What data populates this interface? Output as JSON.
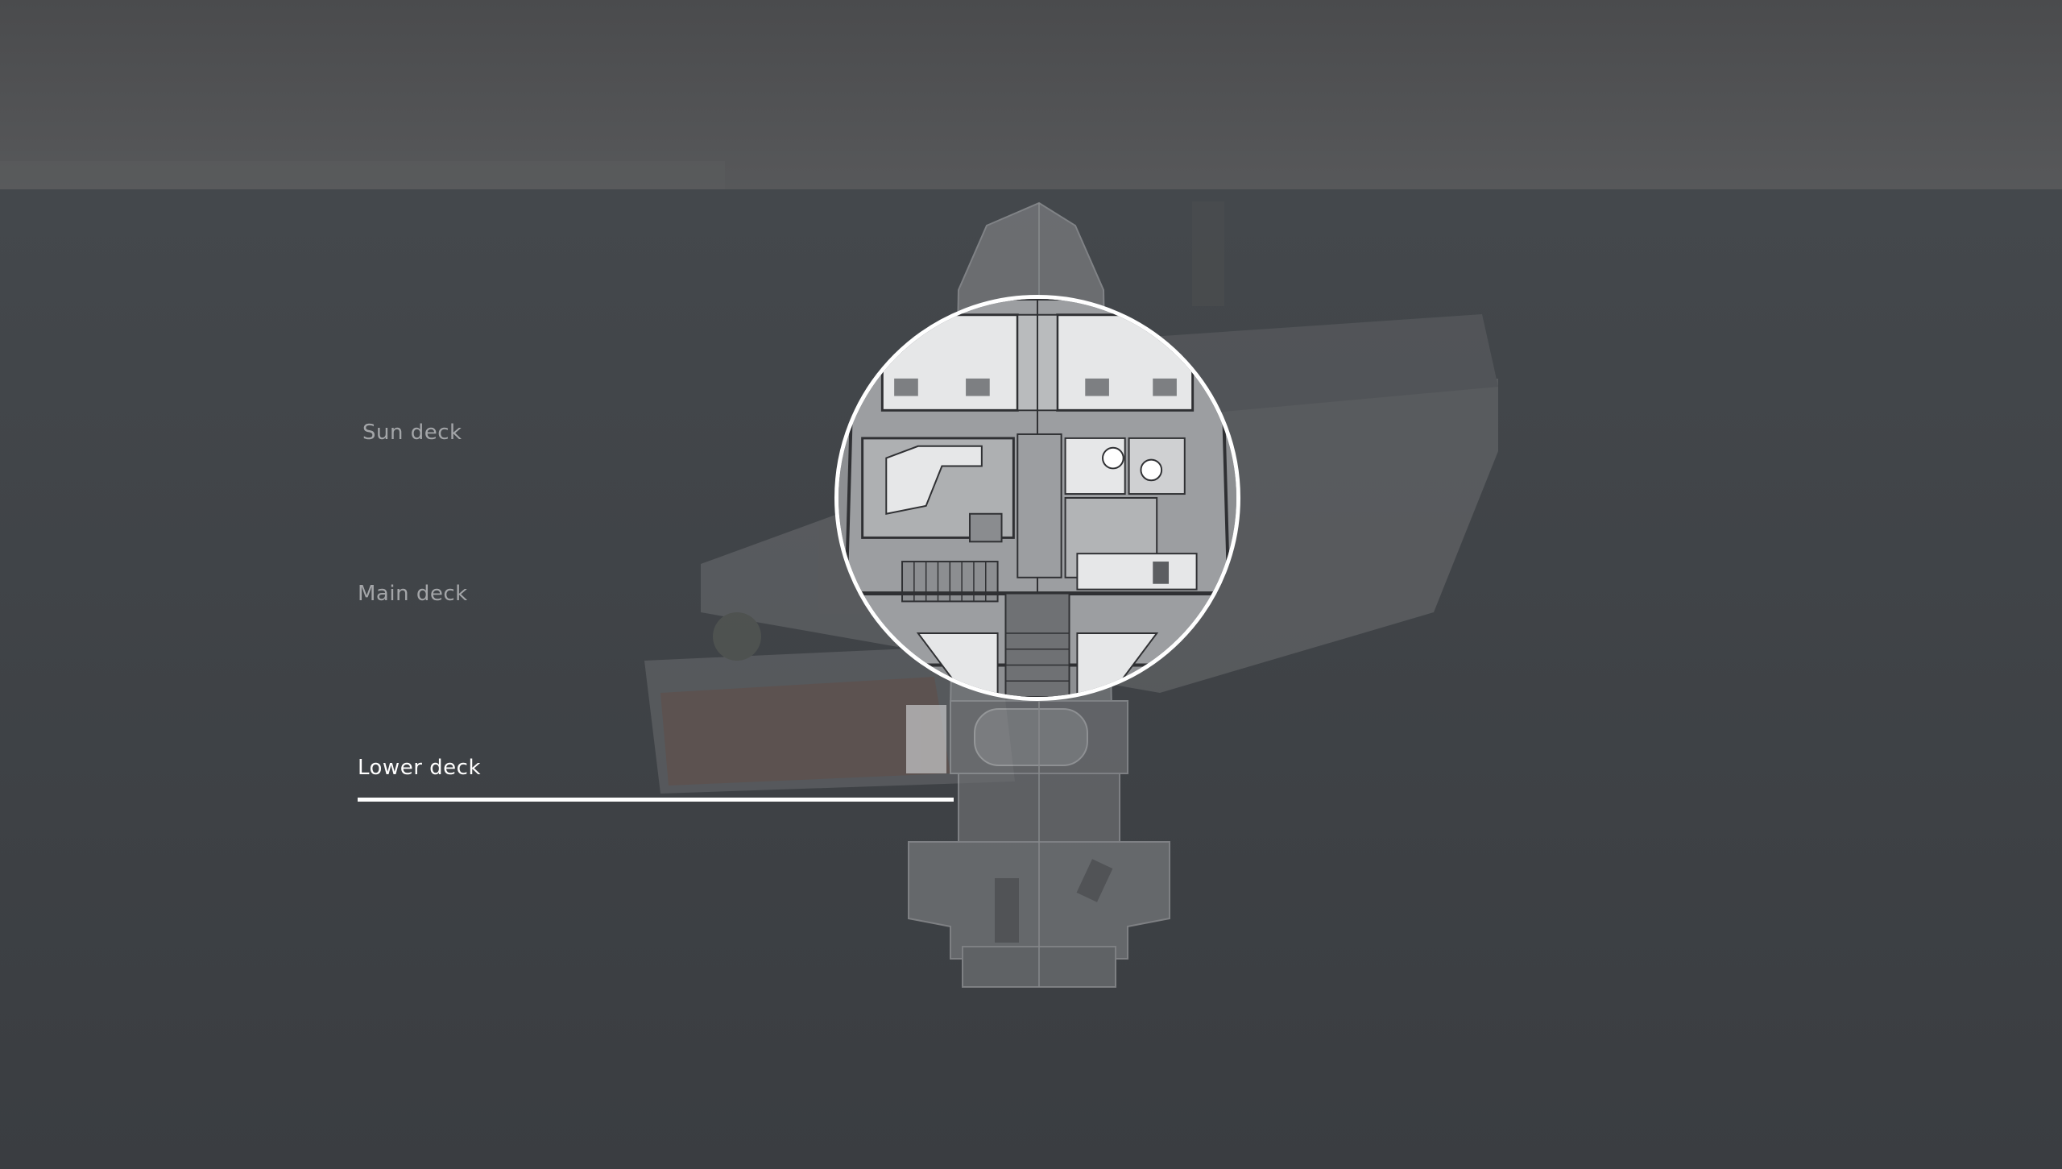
{
  "deck_menu": {
    "items": [
      {
        "id": "sun",
        "label": "Sun deck",
        "active": false
      },
      {
        "id": "main",
        "label": "Main deck",
        "active": false
      },
      {
        "id": "lower",
        "label": "Lower deck",
        "active": true
      }
    ]
  },
  "colors": {
    "overlay": "#3c3e41",
    "sea": "#4a4d51",
    "inactive_text": "#a4a6a9",
    "active_text": "#ffffff",
    "underline": "#ffffff",
    "lens_border": "#ffffff"
  }
}
